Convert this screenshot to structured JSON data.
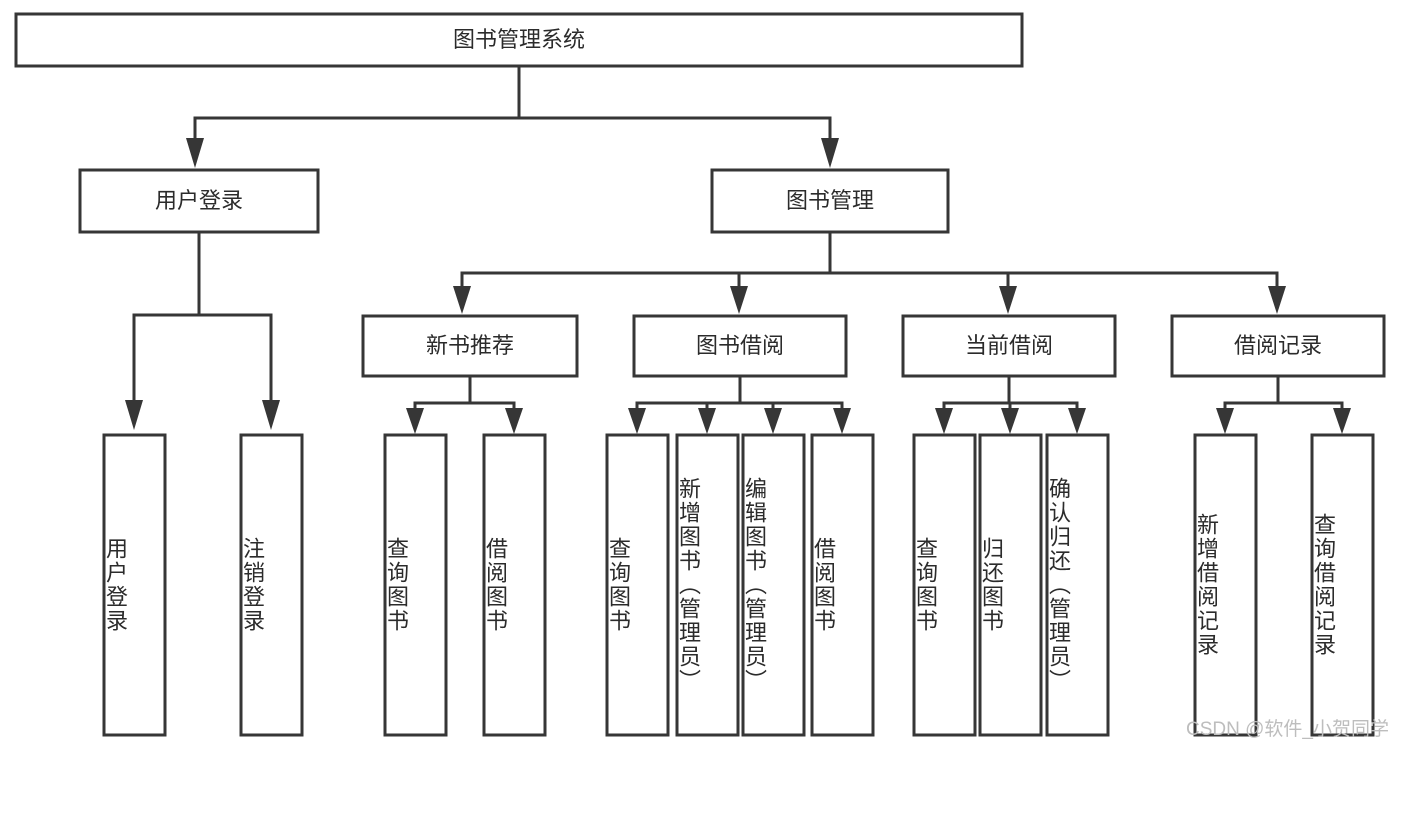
{
  "diagram": {
    "type": "tree",
    "title": "图书管理系统",
    "watermark": "CSDN @软件_小贺同学",
    "colors": {
      "box_fill": "#ffffff",
      "box_stroke": "#363636",
      "text": "#2b2b2b",
      "watermark": "#bdbdbd",
      "background": "#ffffff"
    },
    "levels": {
      "root": {
        "label": "图书管理系统"
      },
      "level2": [
        {
          "id": "user-login",
          "label": "用户登录"
        },
        {
          "id": "book-management",
          "label": "图书管理"
        }
      ],
      "level3": [
        {
          "id": "new-book-recommend",
          "label": "新书推荐",
          "parent": "book-management"
        },
        {
          "id": "book-borrow",
          "label": "图书借阅",
          "parent": "book-management"
        },
        {
          "id": "current-borrow",
          "label": "当前借阅",
          "parent": "book-management"
        },
        {
          "id": "borrow-record",
          "label": "借阅记录",
          "parent": "book-management"
        }
      ],
      "leaves": [
        {
          "id": "leaf-user-login",
          "label": "用户登录",
          "parent": "user-login"
        },
        {
          "id": "leaf-logout",
          "label": "注销登录",
          "parent": "user-login"
        },
        {
          "id": "leaf-query-book-1",
          "label": "查询图书",
          "parent": "new-book-recommend"
        },
        {
          "id": "leaf-borrow-book-1",
          "label": "借阅图书",
          "parent": "new-book-recommend"
        },
        {
          "id": "leaf-query-book-2",
          "label": "查询图书",
          "parent": "book-borrow"
        },
        {
          "id": "leaf-add-book",
          "label": "新增图书（管理员）",
          "parent": "book-borrow"
        },
        {
          "id": "leaf-edit-book",
          "label": "编辑图书（管理员）",
          "parent": "book-borrow"
        },
        {
          "id": "leaf-borrow-book-2",
          "label": "借阅图书",
          "parent": "book-borrow"
        },
        {
          "id": "leaf-query-book-3",
          "label": "查询图书",
          "parent": "current-borrow"
        },
        {
          "id": "leaf-return-book",
          "label": "归还图书",
          "parent": "current-borrow"
        },
        {
          "id": "leaf-confirm-return",
          "label": "确认归还（管理员）",
          "parent": "current-borrow"
        },
        {
          "id": "leaf-add-record",
          "label": "新增借阅记录",
          "parent": "borrow-record"
        },
        {
          "id": "leaf-query-record",
          "label": "查询借阅记录",
          "parent": "borrow-record"
        }
      ]
    }
  }
}
